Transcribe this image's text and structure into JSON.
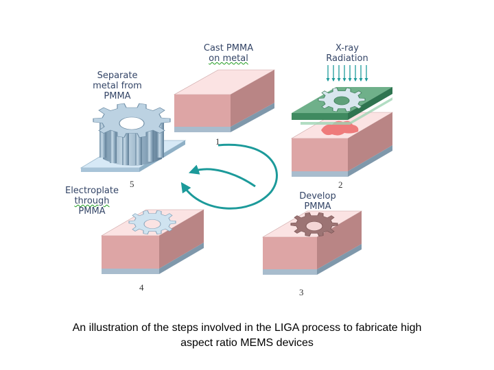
{
  "labels": {
    "step1_line1": "Cast PMMA",
    "step1_line2": "on metal",
    "xray_line1": "X-ray",
    "xray_line2": "Radiation",
    "separate_line1": "Separate",
    "separate_line2": "metal from",
    "separate_line3": "PMMA",
    "electroplate_line1": "Electroplate",
    "electroplate_line2": "through",
    "electroplate_line3": "PMMA",
    "develop_line1": "Develop",
    "develop_line2": "PMMA"
  },
  "step_numbers": {
    "n1": "1",
    "n2": "2",
    "n3": "3",
    "n4": "4",
    "n5": "5"
  },
  "caption": {
    "line1": "An illustration of the steps involved in the LIGA process to fabricate high",
    "line2": "aspect ratio MEMS devices"
  },
  "colors": {
    "pmma_top": "#fbe3e3",
    "pmma_front": "#d9a3a3",
    "pmma_side": "#b88383",
    "metal_base": "#9fb3c4",
    "mask_green": "#4f9a70",
    "exposed_red": "#e87878",
    "gear_metal": "#a9c3d6",
    "arrow_teal": "#1c9a9a",
    "label_text": "#334466"
  }
}
